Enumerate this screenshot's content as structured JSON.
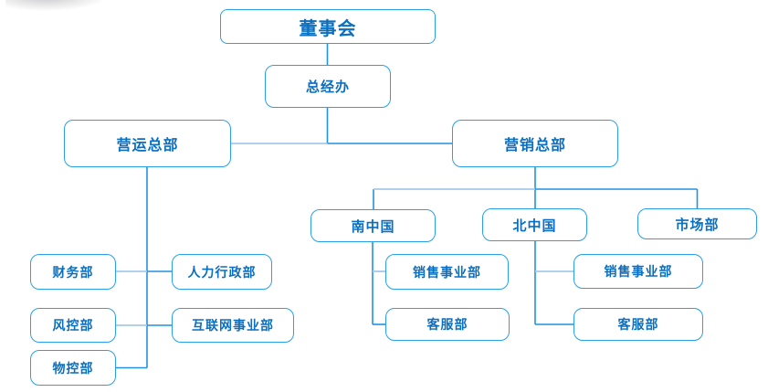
{
  "colors": {
    "canvas_bg": "#ffffff",
    "node_bg": "#ffffff",
    "border": "#2aa0e8",
    "text": "#0a6fc0",
    "connector": "#2191e0",
    "connector_light": "#a6c9ec"
  },
  "org": {
    "board": {
      "label": "董事会"
    },
    "gm_office": {
      "label": "总经办"
    },
    "operations_hq": {
      "label": "营运总部"
    },
    "marketing_hq": {
      "label": "营销总部"
    },
    "finance_dept": {
      "label": "财务部"
    },
    "hr_admin_dept": {
      "label": "人力行政部"
    },
    "risk_control_dept": {
      "label": "风控部"
    },
    "internet_division": {
      "label": "互联网事业部"
    },
    "material_control_dept": {
      "label": "物控部"
    },
    "south_china": {
      "label": "南中国"
    },
    "north_china": {
      "label": "北中国"
    },
    "market_dept": {
      "label": "市场部"
    },
    "south_sales_division": {
      "label": "销售事业部"
    },
    "south_customer_service": {
      "label": "客服部"
    },
    "north_sales_division": {
      "label": "销售事业部"
    },
    "north_customer_service": {
      "label": "客服部"
    }
  },
  "hierarchy": {
    "董事会": [
      "总经办"
    ],
    "总经办": [
      "营运总部",
      "营销总部"
    ],
    "营运总部": [
      "财务部",
      "人力行政部",
      "风控部",
      "互联网事业部",
      "物控部"
    ],
    "营销总部": [
      "南中国",
      "北中国",
      "市场部"
    ],
    "南中国": [
      "销售事业部",
      "客服部"
    ],
    "北中国": [
      "销售事业部",
      "客服部"
    ]
  }
}
